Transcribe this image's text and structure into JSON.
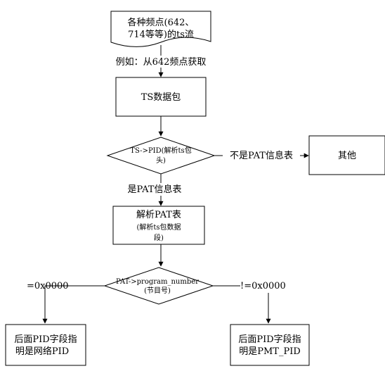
{
  "nodes": {
    "source": {
      "line1": "各种频点(642、",
      "line2": "714等等)的ts流"
    },
    "packet": {
      "label": "TS数据包"
    },
    "pid_decision": {
      "line1": "TS->PID(解析ts包",
      "line2": "头)"
    },
    "other": {
      "label": "其他"
    },
    "parse_pat": {
      "line1": "解析PAT表",
      "line2": "(解析ts包数据",
      "line3": "段)"
    },
    "program_decision": {
      "line1": "PAT->program_number",
      "line2": "(节目号)"
    },
    "network_pid": {
      "line1": "后面PID字段指",
      "line2": "明是网络PID"
    },
    "pmt_pid": {
      "line1": "后面PID字段指",
      "line2": "明是PMT_PID"
    }
  },
  "edges": {
    "example": "例如：从642频点获取",
    "not_pat": "不是PAT信息表",
    "is_pat": "是PAT信息表",
    "eq_zero": "=0x0000",
    "neq_zero": "!=0x0000"
  }
}
